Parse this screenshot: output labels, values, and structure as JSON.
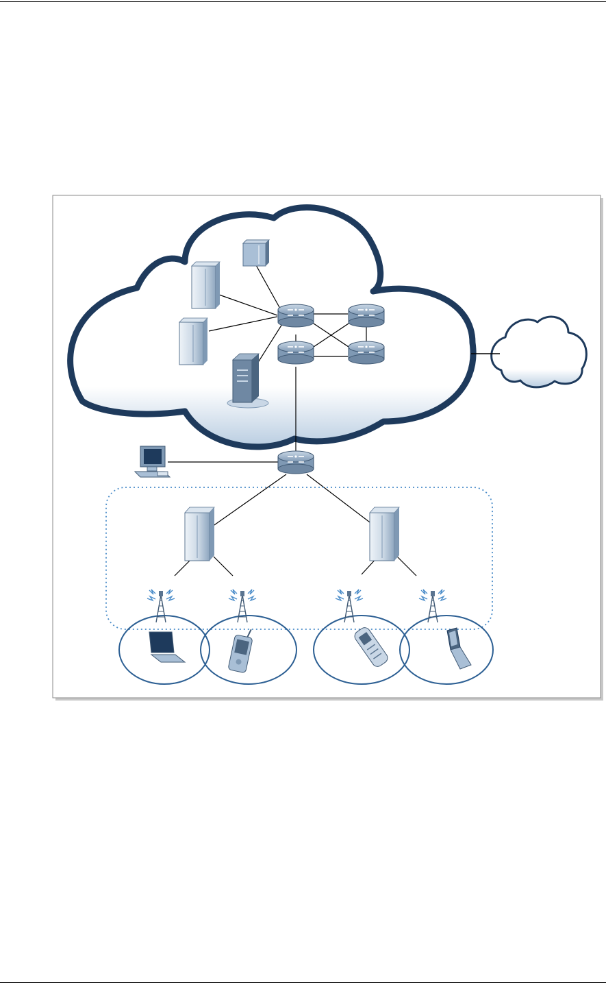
{
  "page": {
    "top_rule": true,
    "bottom_rule": true
  },
  "diagram": {
    "type": "network-topology",
    "colors": {
      "cloud_outline": "#1e3a5c",
      "cloud_shadow": "#bccfe2",
      "device_blue": "#a9bfd6",
      "device_dark": "#5b7591",
      "wireless_ring": "#2c5f93",
      "dotted_boundary": "#4a8cc9",
      "link": "#000000"
    },
    "icons": [
      "core-network-cloud",
      "external-network-cloud",
      "router-icon",
      "server-rack-icon",
      "tower-server-icon",
      "database-server-icon",
      "workstation-icon",
      "cell-tower-icon",
      "laptop-icon",
      "pda-icon",
      "mobile-phone-icon",
      "flip-phone-icon"
    ],
    "counts": {
      "core_routers": 4,
      "edge_routers": 1,
      "base_station_controllers": 2,
      "cell_towers": 4,
      "coverage_cells": 4
    }
  }
}
